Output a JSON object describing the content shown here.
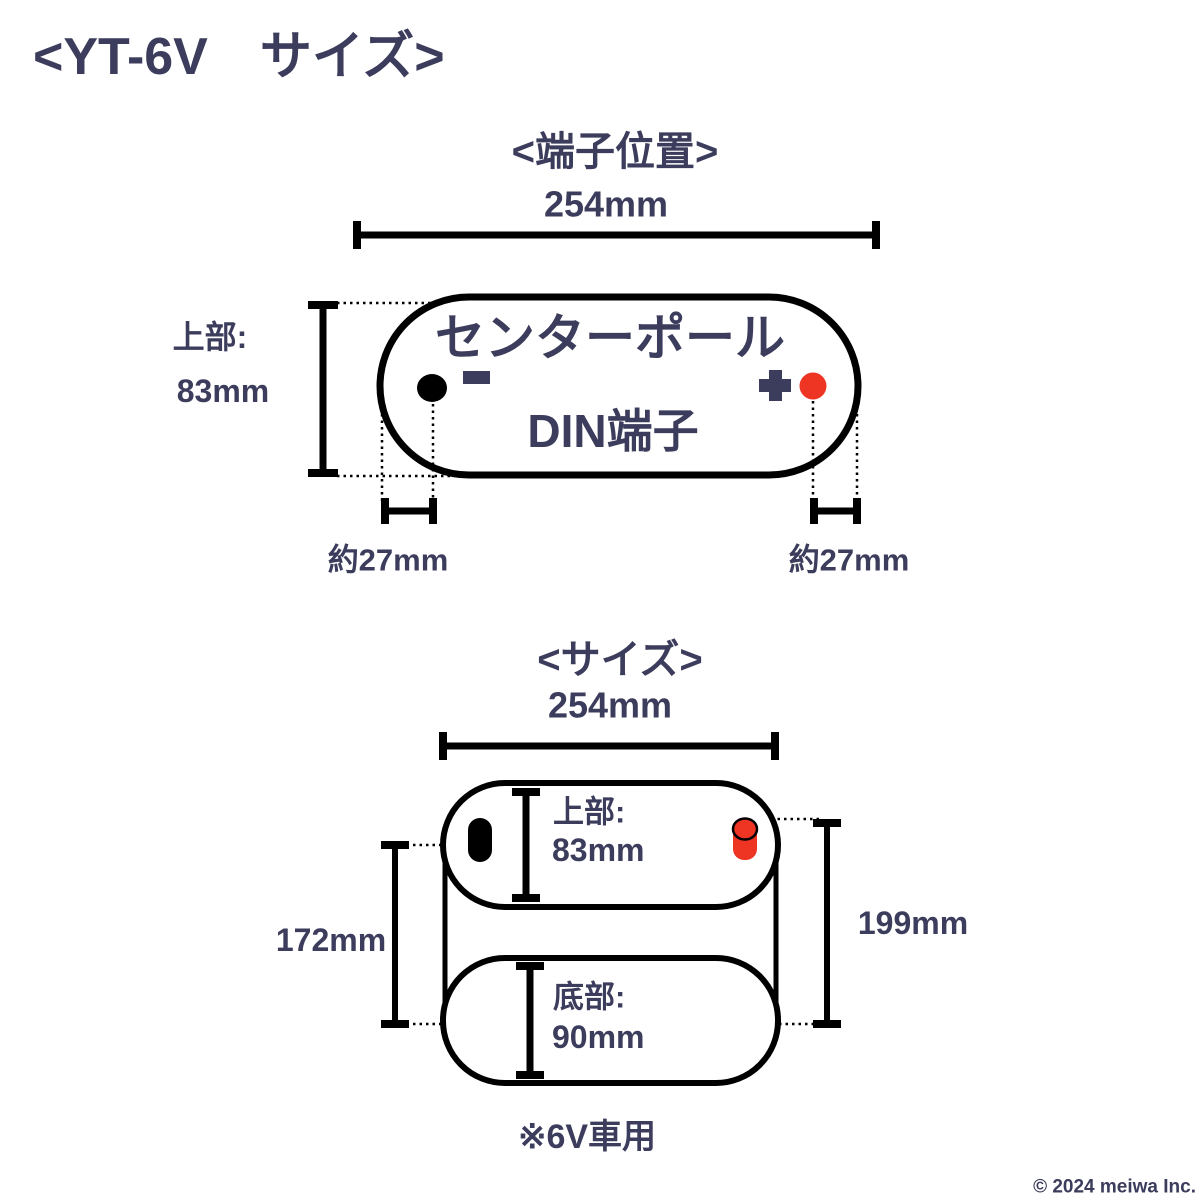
{
  "title": "<YT-6V　サイズ>",
  "copyright": "© 2024 meiwa Inc.",
  "colors": {
    "text": "#3c3c5c",
    "line": "#000000",
    "positive_terminal": "#ee3423",
    "negative_terminal": "#000000"
  },
  "terminal_section": {
    "heading": "<端子位置>",
    "width_label": "254mm",
    "upper_label": "上部:",
    "upper_value": "83mm",
    "center_pole_label": "センターポール",
    "din_label": "DIN端子",
    "minus": "-",
    "plus": "+",
    "offset_left": "約27mm",
    "offset_right": "約27mm"
  },
  "size_section": {
    "heading": "<サイズ>",
    "width_label": "254mm",
    "upper_label": "上部:",
    "upper_value": "83mm",
    "bottom_label": "底部:",
    "bottom_value": "90mm",
    "body_height": "172mm",
    "total_height": "199mm",
    "note": "※6V車用"
  }
}
